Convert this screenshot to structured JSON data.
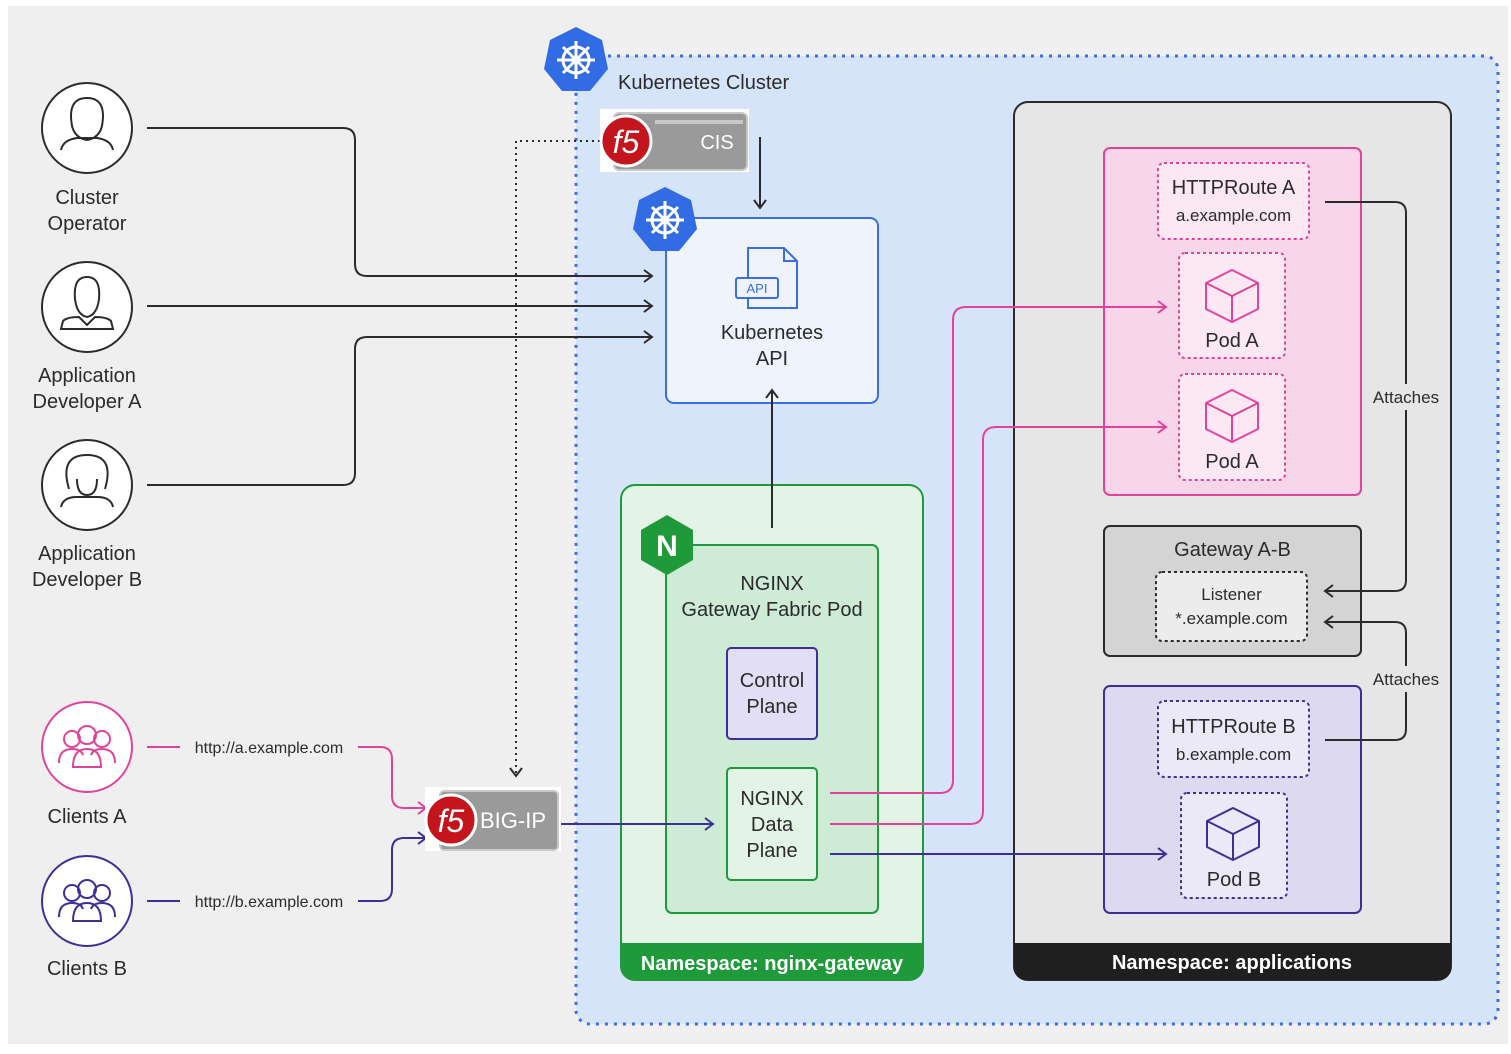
{
  "actors": {
    "cluster_operator": "Cluster\nOperator",
    "app_dev_a": "Application\nDeveloper A",
    "app_dev_b": "Application\nDeveloper B",
    "clients_a": "Clients A",
    "clients_b": "Clients B"
  },
  "urls": {
    "a": "http://a.example.com",
    "b": "http://b.example.com"
  },
  "f5": {
    "logo": "f5",
    "cis": "CIS",
    "bigip": "BIG-IP"
  },
  "cluster": {
    "title": "Kubernetes Cluster",
    "api_icon": "API",
    "api_label": "Kubernetes\nAPI"
  },
  "ngf": {
    "pod_title": "NGINX\nGateway Fabric Pod",
    "control_plane": "Control\nPlane",
    "data_plane": "NGINX\nData\nPlane",
    "namespace": "Namespace: nginx-gateway",
    "logo": "N"
  },
  "apps": {
    "httproute_a_title": "HTTPRoute A",
    "httproute_a_host": "a.example.com",
    "pod_a": "Pod A",
    "gateway_title": "Gateway A-B",
    "listener_title": "Listener",
    "listener_host": "*.example.com",
    "httproute_b_title": "HTTPRoute B",
    "httproute_b_host": "b.example.com",
    "pod_b": "Pod B",
    "attaches": "Attaches",
    "namespace": "Namespace: applications"
  },
  "colors": {
    "pink": "#e0449a",
    "purple": "#3d2f96",
    "green": "#1e9a3b",
    "blue": "#3a6fe0",
    "cluster_bg": "#d6e4fa"
  }
}
